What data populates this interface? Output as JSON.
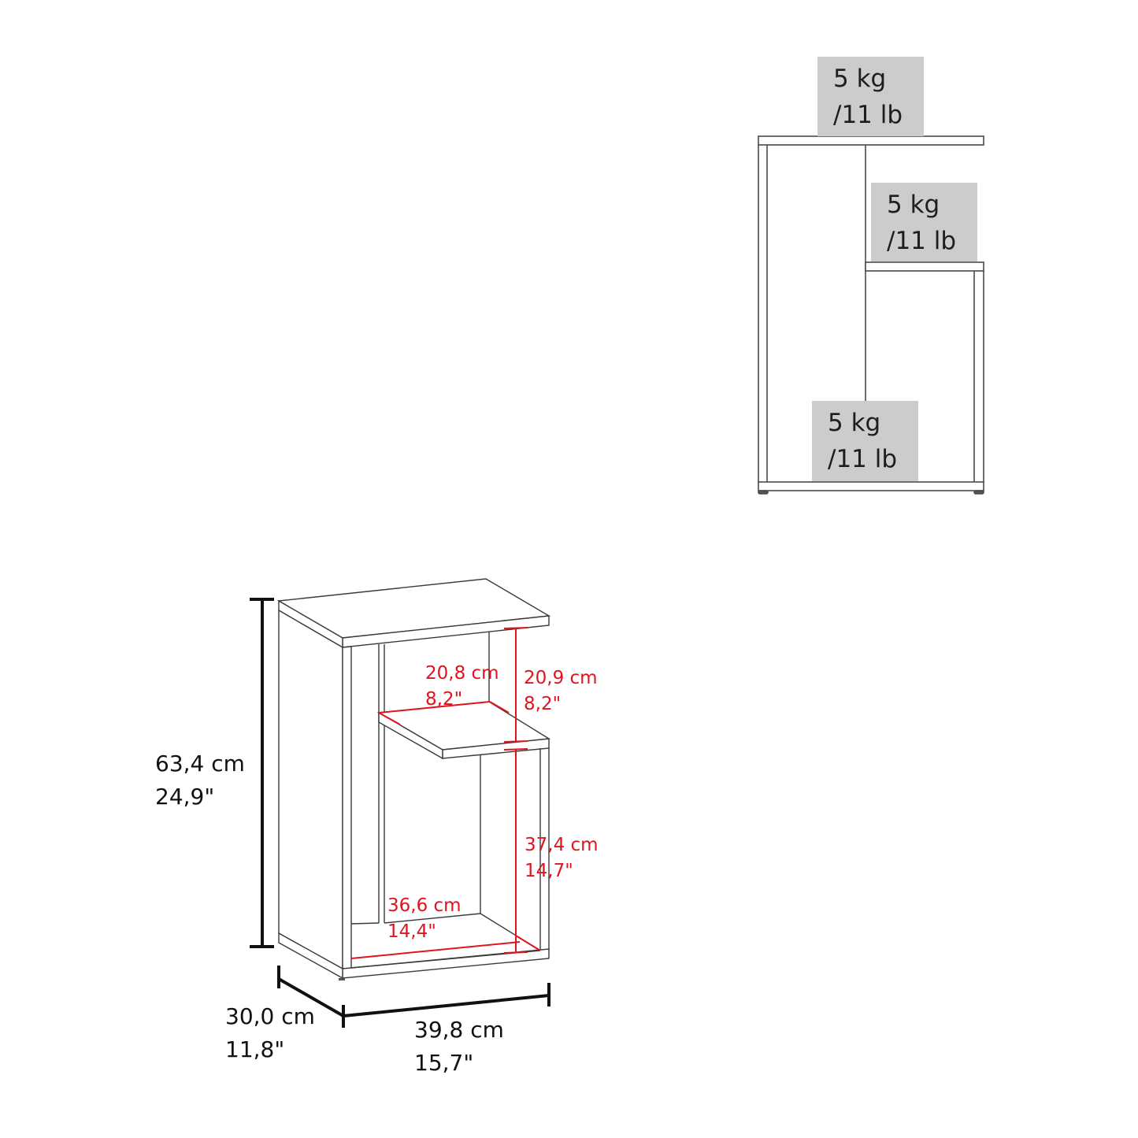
{
  "front_view": {
    "load_labels": [
      {
        "id": "top",
        "kg": "5 kg",
        "lb": "/11 lb"
      },
      {
        "id": "middle-shelf",
        "kg": "5 kg",
        "lb": "/11 lb"
      },
      {
        "id": "bottom",
        "kg": "5 kg",
        "lb": "/11 lb"
      }
    ],
    "load_box_color": "#cccccc"
  },
  "isometric_view": {
    "overall_dimensions": {
      "height": {
        "cm": "63,4 cm",
        "in": "24,9\""
      },
      "depth": {
        "cm": "30,0 cm",
        "in": "11,8\""
      },
      "width": {
        "cm": "39,8 cm",
        "in": "15,7\""
      }
    },
    "inner_dimensions": {
      "upper_shelf_depth": {
        "cm": "20,8 cm",
        "in": "8,2\""
      },
      "upper_opening_height": {
        "cm": "20,9 cm",
        "in": "8,2\""
      },
      "lower_opening_height": {
        "cm": "37,4 cm",
        "in": "14,7\""
      },
      "bottom_width": {
        "cm": "36,6 cm",
        "in": "14,4\""
      }
    },
    "dimension_line_color": "#111111",
    "inner_dimension_color": "#e0141e"
  }
}
